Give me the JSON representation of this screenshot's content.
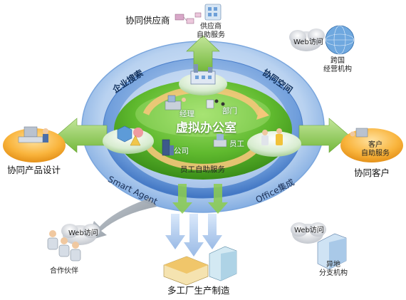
{
  "center": {
    "title": "虚拟办公室"
  },
  "inner_nodes": {
    "manager": "经理",
    "department": "部门",
    "company": "公司",
    "employee": "员工",
    "employee_self_service": "员工自助服务"
  },
  "ring_labels": {
    "enterprise_search": "企业搜索",
    "collab_space": "协同空间",
    "smart_agent": "Smart Agent",
    "office_integration": "Office集成"
  },
  "outer_nodes": {
    "collab_supplier": "协同供应商",
    "supplier_self_service_line1": "供应商",
    "supplier_self_service_line2": "自助服务",
    "collab_product_design": "协同产品设计",
    "collab_customer": "协同客户",
    "customer_self_service_line1": "客户",
    "customer_self_service_line2": "自助服务",
    "multi_factory": "多工厂生产制造",
    "partner": "合作伙伴",
    "web_access_top": "Web访问",
    "cross_border_line1": "跨国",
    "cross_border_line2": "经营机构",
    "web_access_left": "Web访问",
    "web_access_right": "Web访问",
    "branch_line1": "异地",
    "branch_line2": "分支机构"
  },
  "colors": {
    "outer_ring": "#8fb6e6",
    "inner_ring": "#5b8fd6",
    "green_core": "#55b52a",
    "green_arrow": "#8ccc4e",
    "orange_disc": "#f5a623",
    "gray_arrow": "#9aa3ad"
  }
}
